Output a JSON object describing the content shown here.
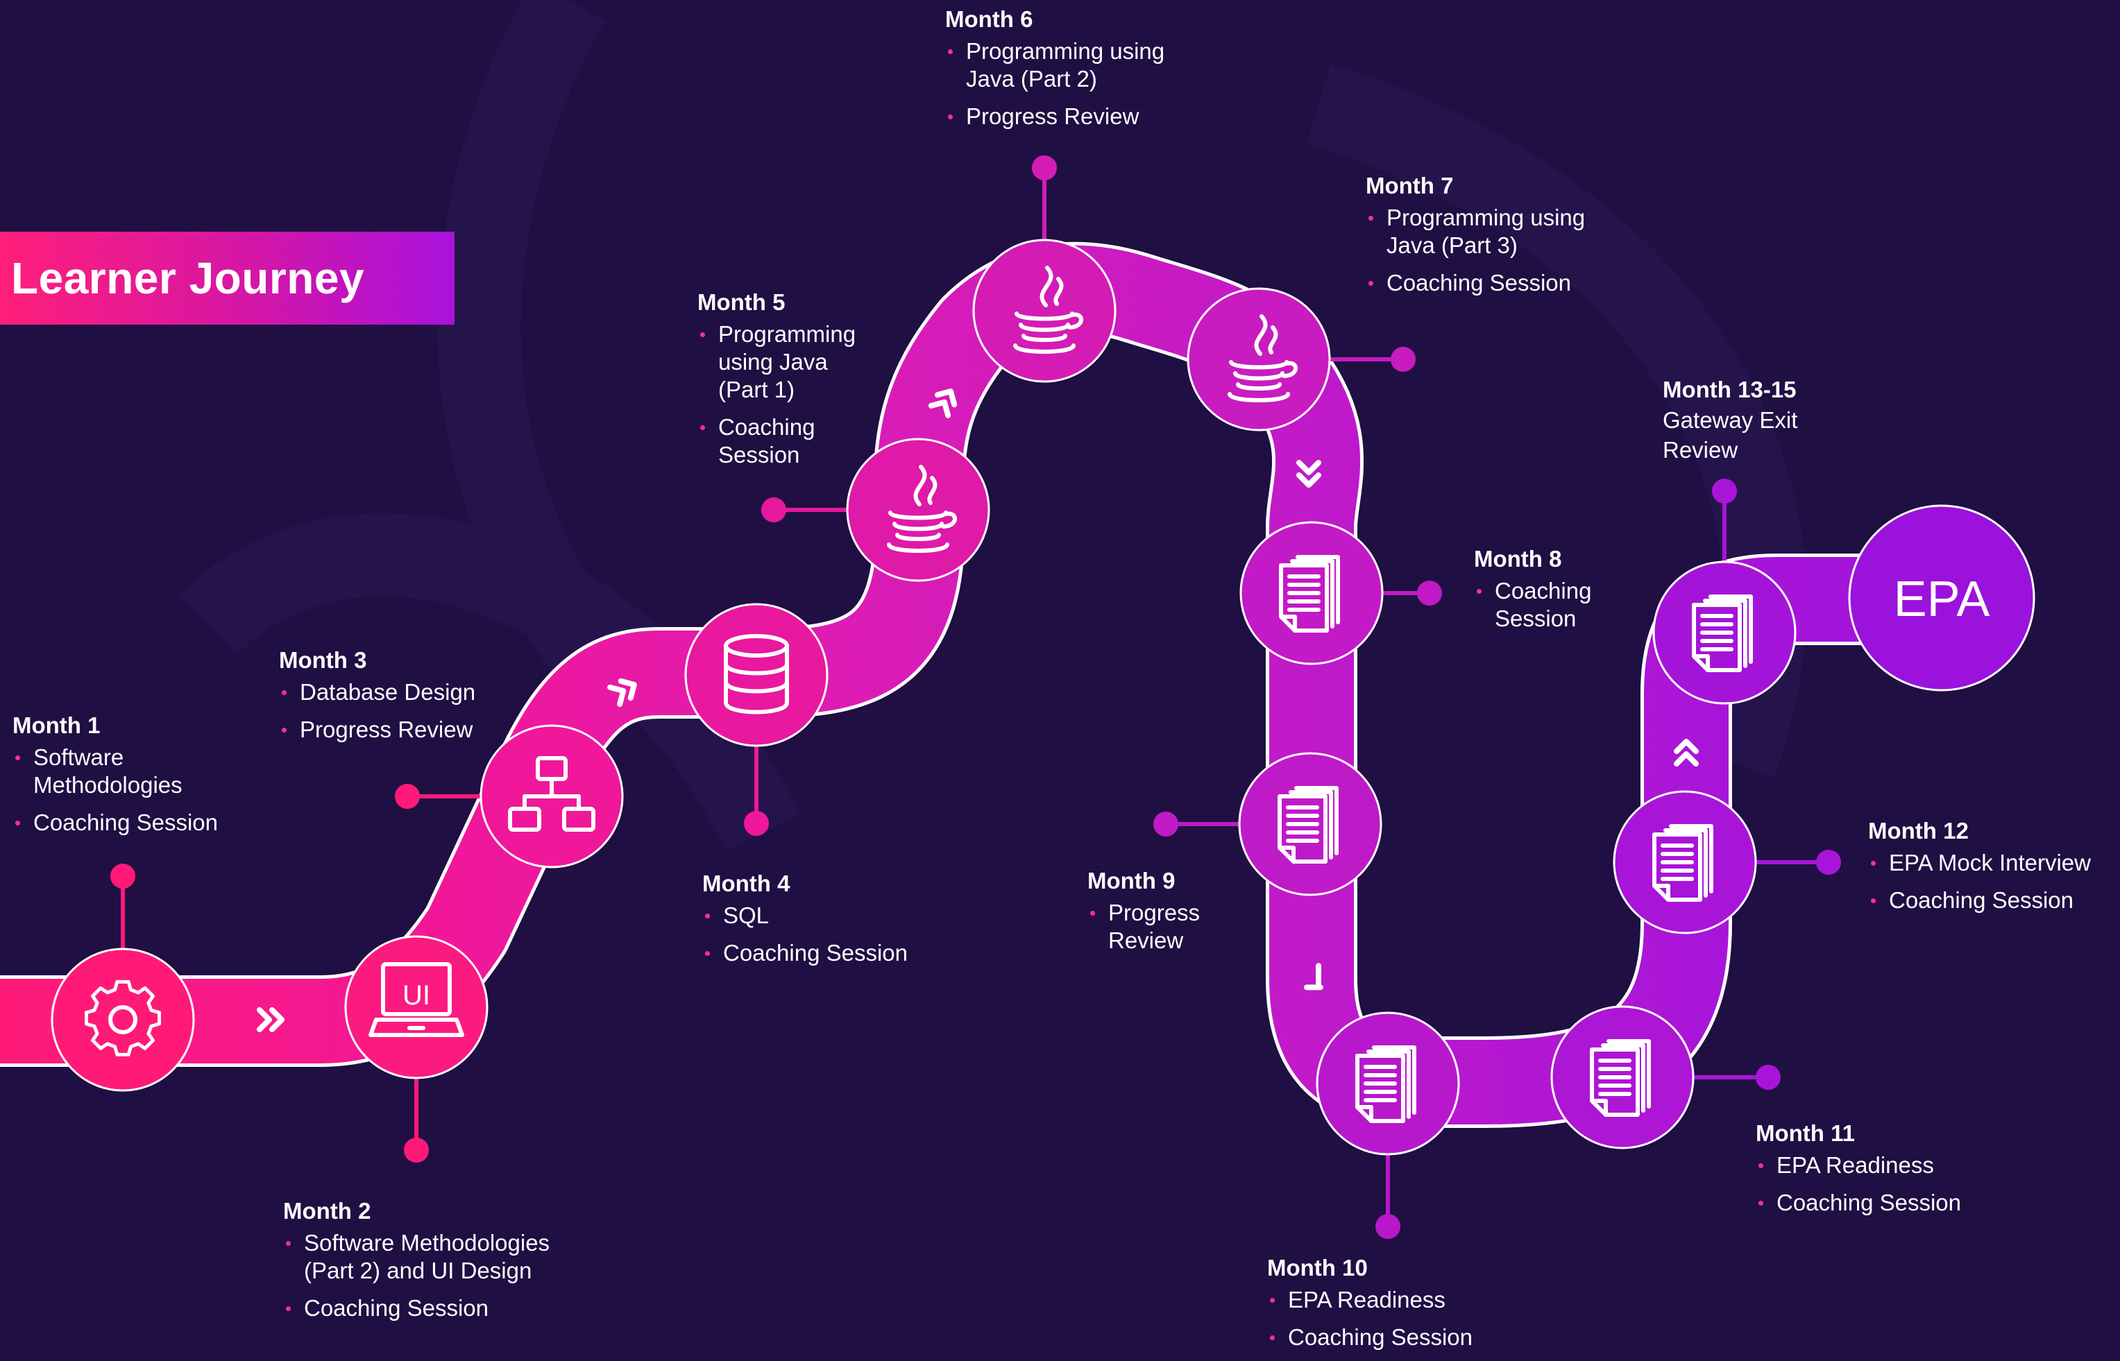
{
  "title": "Learner Journey",
  "goal": "EPA",
  "colors": {
    "background": "#1f0f43",
    "pink": "#ff1a7a",
    "magenta": "#d41cb8",
    "purple": "#a014d8"
  },
  "milestones": [
    {
      "month": "Month 1",
      "items": [
        "Software Methodologies",
        "Coaching Session"
      ],
      "icon": "gear-icon"
    },
    {
      "month": "Month 2",
      "items": [
        "Software Methodologies (Part 2) and UI Design",
        "Coaching Session"
      ],
      "icon": "laptop-ui-icon",
      "icon_text": "UI"
    },
    {
      "month": "Month 3",
      "items": [
        "Database Design",
        "Progress Review"
      ],
      "icon": "hierarchy-chart-icon"
    },
    {
      "month": "Month 4",
      "items": [
        "SQL",
        "Coaching Session"
      ],
      "icon": "database-icon"
    },
    {
      "month": "Month 5",
      "items": [
        "Programming using Java (Part 1)",
        "Coaching Session"
      ],
      "icon": "java-icon"
    },
    {
      "month": "Month 6",
      "items": [
        "Programming using Java (Part 2)",
        "Progress Review"
      ],
      "icon": "java-icon"
    },
    {
      "month": "Month 7",
      "items": [
        "Programming using Java (Part 3)",
        "Coaching Session"
      ],
      "icon": "java-icon"
    },
    {
      "month": "Month 8",
      "items": [
        "Coaching Session"
      ],
      "icon": "documents-icon"
    },
    {
      "month": "Month 9",
      "items": [
        "Progress Review"
      ],
      "icon": "documents-icon"
    },
    {
      "month": "Month 10",
      "items": [
        "EPA Readiness",
        "Coaching Session"
      ],
      "icon": "documents-icon"
    },
    {
      "month": "Month 11",
      "items": [
        "EPA Readiness",
        "Coaching Session"
      ],
      "icon": "documents-icon"
    },
    {
      "month": "Month 12",
      "items": [
        "EPA Mock Interview",
        "Coaching Session"
      ],
      "icon": "documents-icon"
    },
    {
      "month": "Month 13-15",
      "items": [],
      "note": "Gateway Exit Review",
      "icon": "documents-icon"
    }
  ]
}
